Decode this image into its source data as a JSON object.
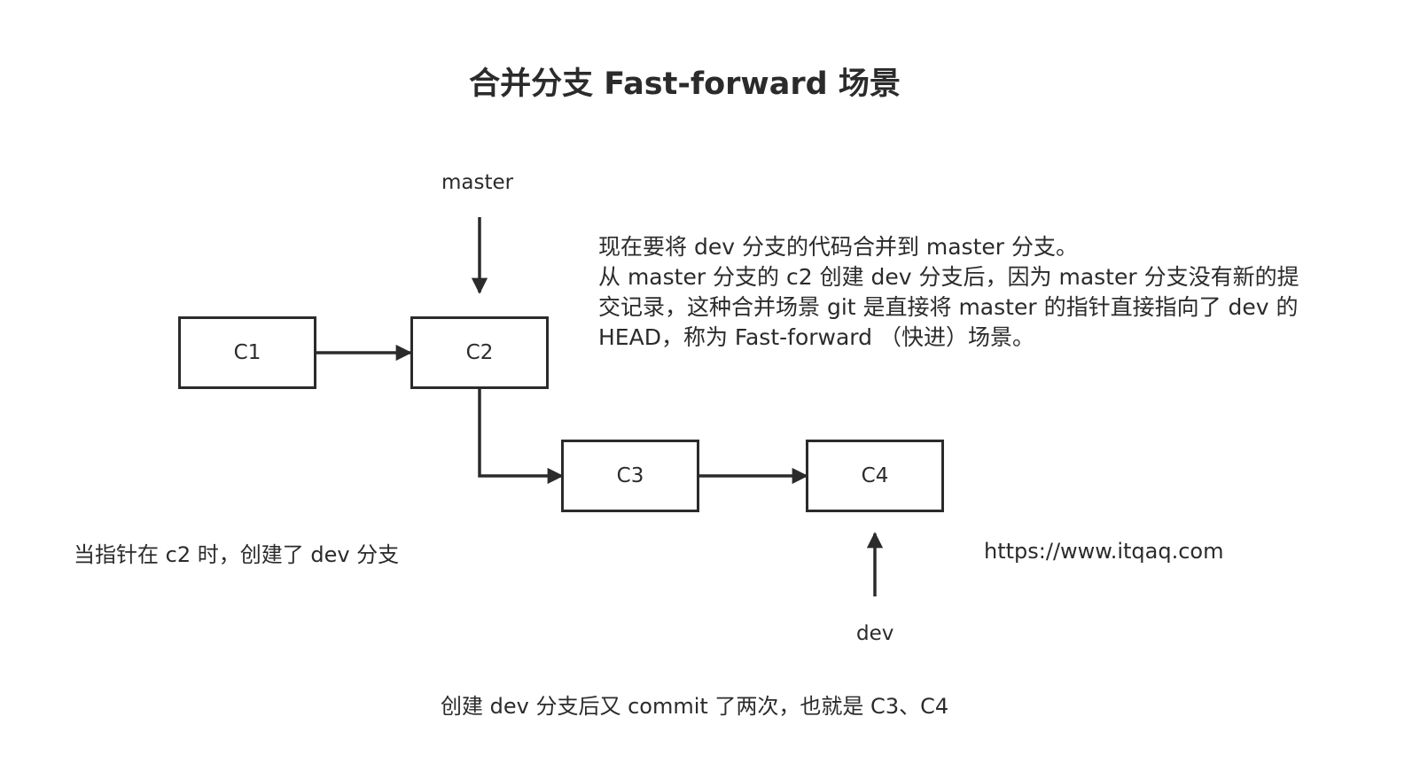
{
  "title": "合并分支 Fast-forward 场景",
  "nodes": {
    "c1": "C1",
    "c2": "C2",
    "c3": "C3",
    "c4": "C4"
  },
  "pointers": {
    "master": "master",
    "dev": "dev"
  },
  "description": [
    "现在要将 dev 分支的代码合并到 master 分支。",
    "从 master 分支的 c2 创建 dev 分支后，因为 master 分支没有新的提",
    "交记录，这种合并场景 git 是直接将 master 的指针直接指向了 dev 的",
    "HEAD，称为 Fast-forward （快进）场景。"
  ],
  "note_left": "当指针在 c2 时，创建了 dev 分支",
  "note_bottom": "创建 dev 分支后又 commit 了两次，也就是 C3、C4",
  "url": "https://www.itqaq.com",
  "colors": {
    "stroke": "#2b2b2b",
    "background": "#ffffff"
  }
}
